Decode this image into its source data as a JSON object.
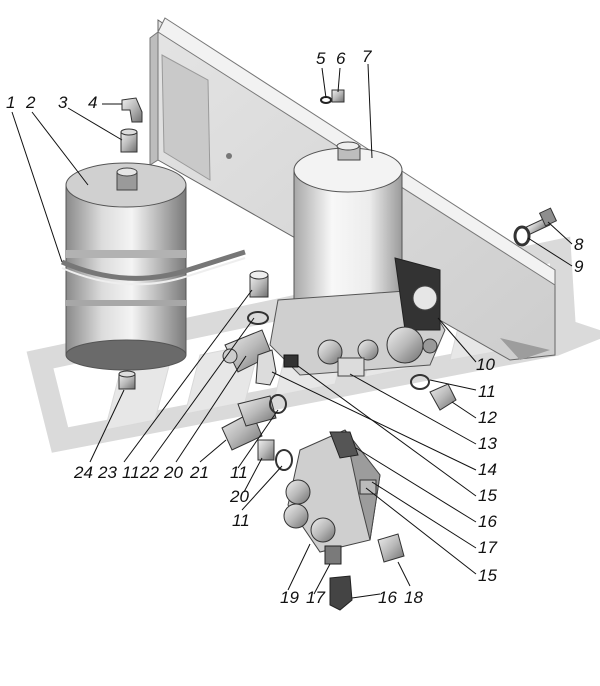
{
  "diagram": {
    "kind": "exploded-assembly",
    "colors": {
      "background": "#ffffff",
      "watermark": "#e6e6e6",
      "part_light": "#f2f2f2",
      "part_mid": "#cfcfcf",
      "part_dark": "#555555",
      "line": "#111111"
    },
    "callouts": [
      {
        "id": "c1",
        "label": "1"
      },
      {
        "id": "c2",
        "label": "2"
      },
      {
        "id": "c3",
        "label": "3"
      },
      {
        "id": "c4",
        "label": "4"
      },
      {
        "id": "c5",
        "label": "5"
      },
      {
        "id": "c6",
        "label": "6"
      },
      {
        "id": "c7",
        "label": "7"
      },
      {
        "id": "c8",
        "label": "8"
      },
      {
        "id": "c9",
        "label": "9"
      },
      {
        "id": "c10",
        "label": "10"
      },
      {
        "id": "c11a",
        "label": "11"
      },
      {
        "id": "c12",
        "label": "12"
      },
      {
        "id": "c13",
        "label": "13"
      },
      {
        "id": "c14",
        "label": "14"
      },
      {
        "id": "c15a",
        "label": "15"
      },
      {
        "id": "c16a",
        "label": "16"
      },
      {
        "id": "c17a",
        "label": "17"
      },
      {
        "id": "c15b",
        "label": "15"
      },
      {
        "id": "c18",
        "label": "18"
      },
      {
        "id": "c16b",
        "label": "16"
      },
      {
        "id": "c17b",
        "label": "17"
      },
      {
        "id": "c19",
        "label": "19"
      },
      {
        "id": "c11b",
        "label": "11"
      },
      {
        "id": "c20b",
        "label": "20"
      },
      {
        "id": "c11c",
        "label": "11"
      },
      {
        "id": "c21",
        "label": "21"
      },
      {
        "id": "c20a",
        "label": "20"
      },
      {
        "id": "c22",
        "label": "22"
      },
      {
        "id": "c11d",
        "label": "11"
      },
      {
        "id": "c23",
        "label": "23"
      },
      {
        "id": "c24",
        "label": "24"
      }
    ]
  }
}
